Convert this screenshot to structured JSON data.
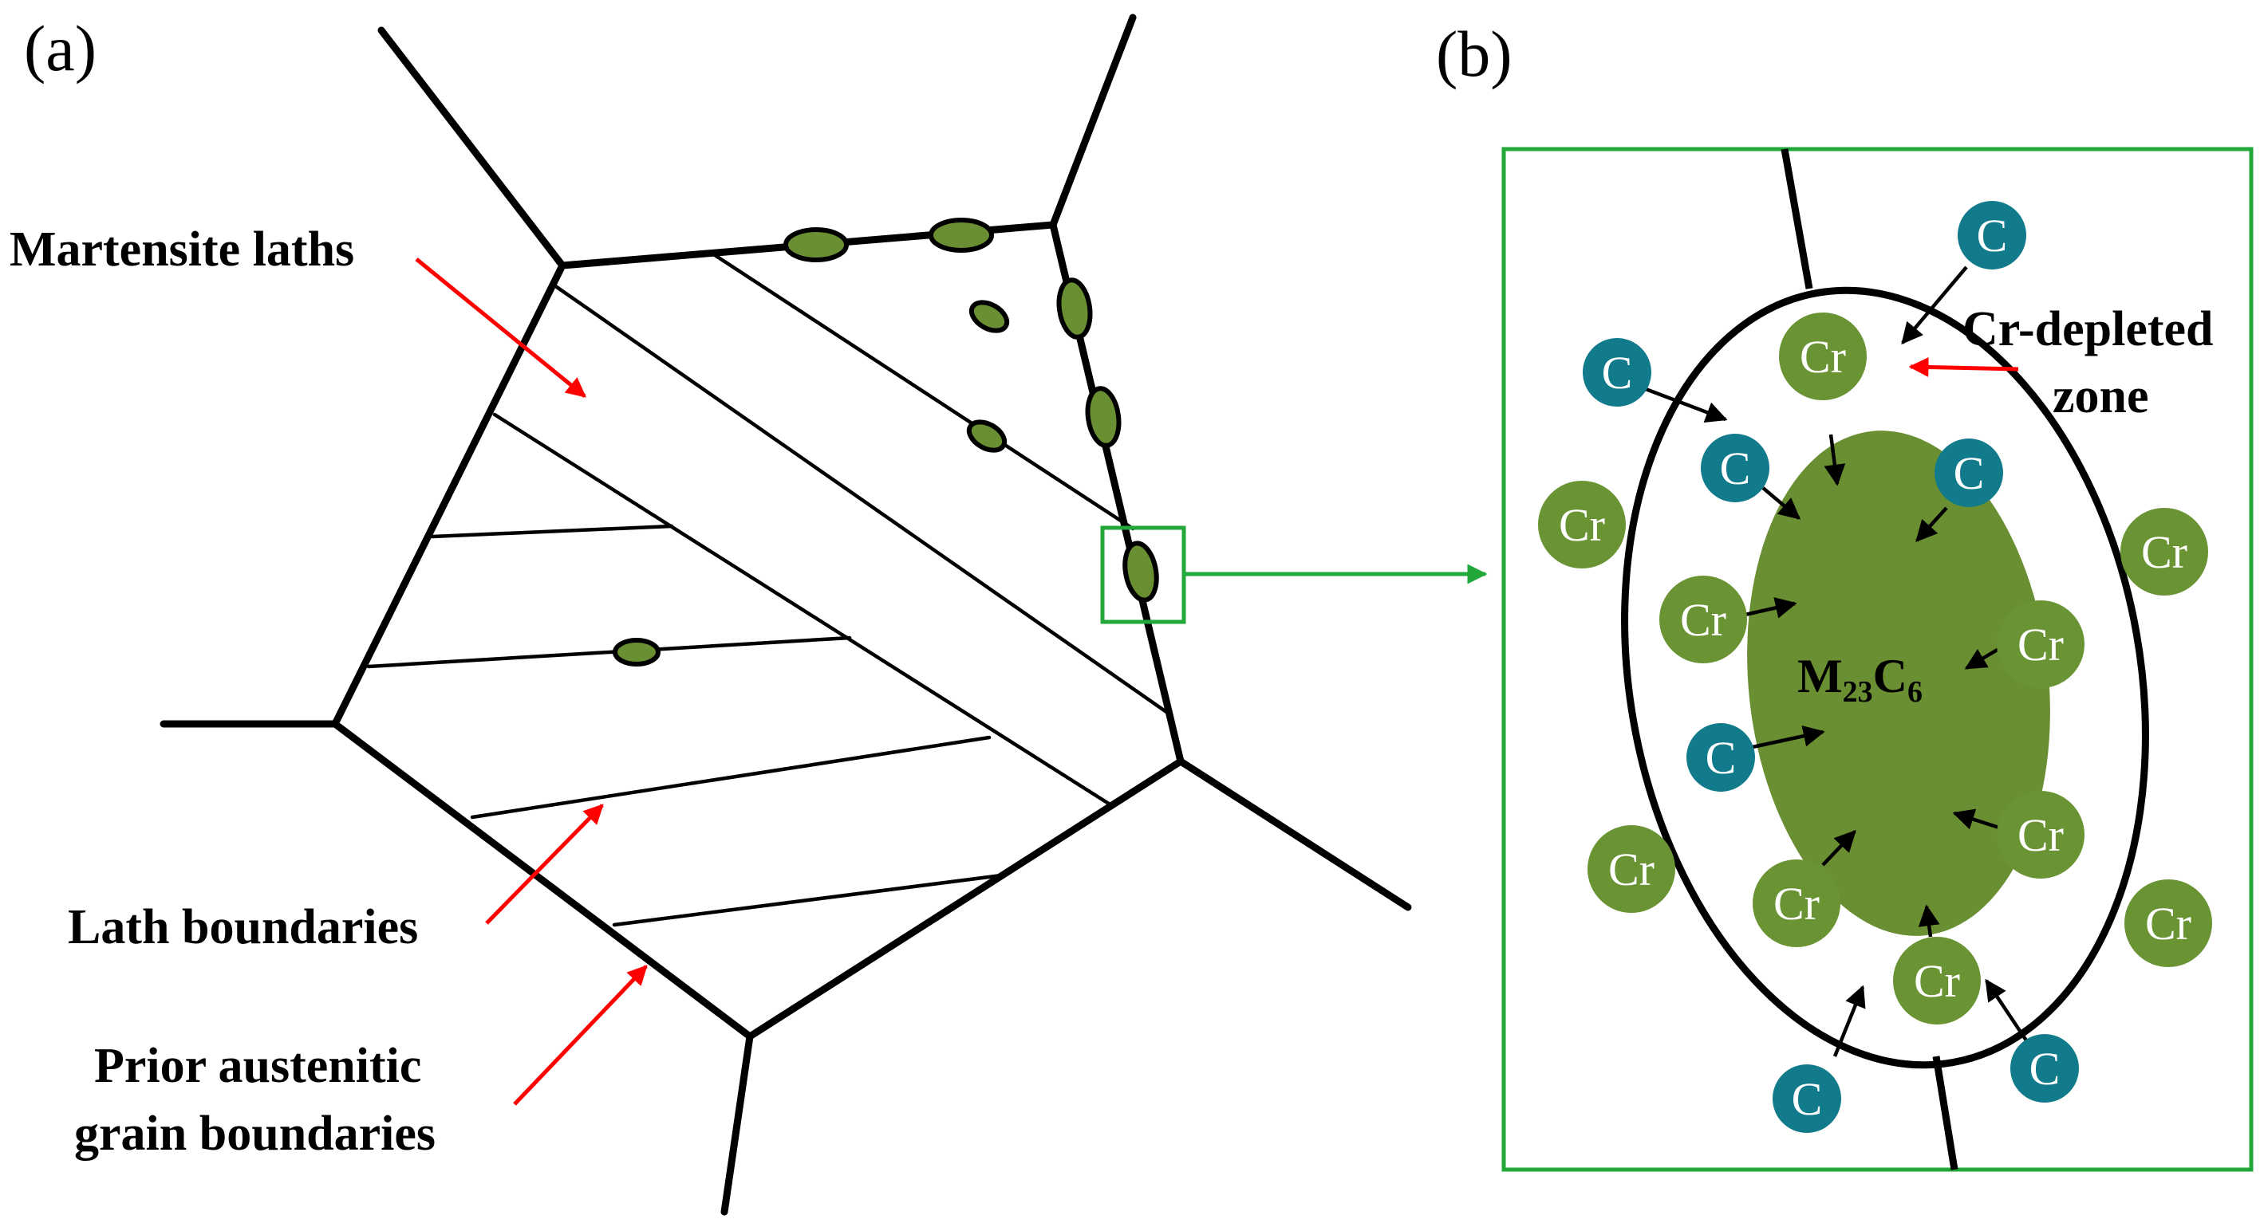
{
  "panel_a": {
    "label": "(a)",
    "labels": {
      "martensite_laths": "Martensite laths",
      "lath_boundaries": "Lath boundaries",
      "prior_austenitic_line1": "Prior austenitic",
      "prior_austenitic_line2": "grain boundaries"
    }
  },
  "panel_b": {
    "label": "(b)",
    "cr_depleted_line1": "Cr-depleted",
    "cr_depleted_line2": "zone",
    "carbide_main": "M",
    "carbide_sub1": "23",
    "carbide_c": "C",
    "carbide_sub2": "6",
    "atom_c": "C",
    "atom_cr": "Cr"
  },
  "colors": {
    "carbide_green": "#6a8e32",
    "cr_atom": "#6a9434",
    "c_atom": "#117a8b",
    "box_green": "#22a83a",
    "arrow_red": "#ff0000",
    "line_black": "#000000"
  }
}
